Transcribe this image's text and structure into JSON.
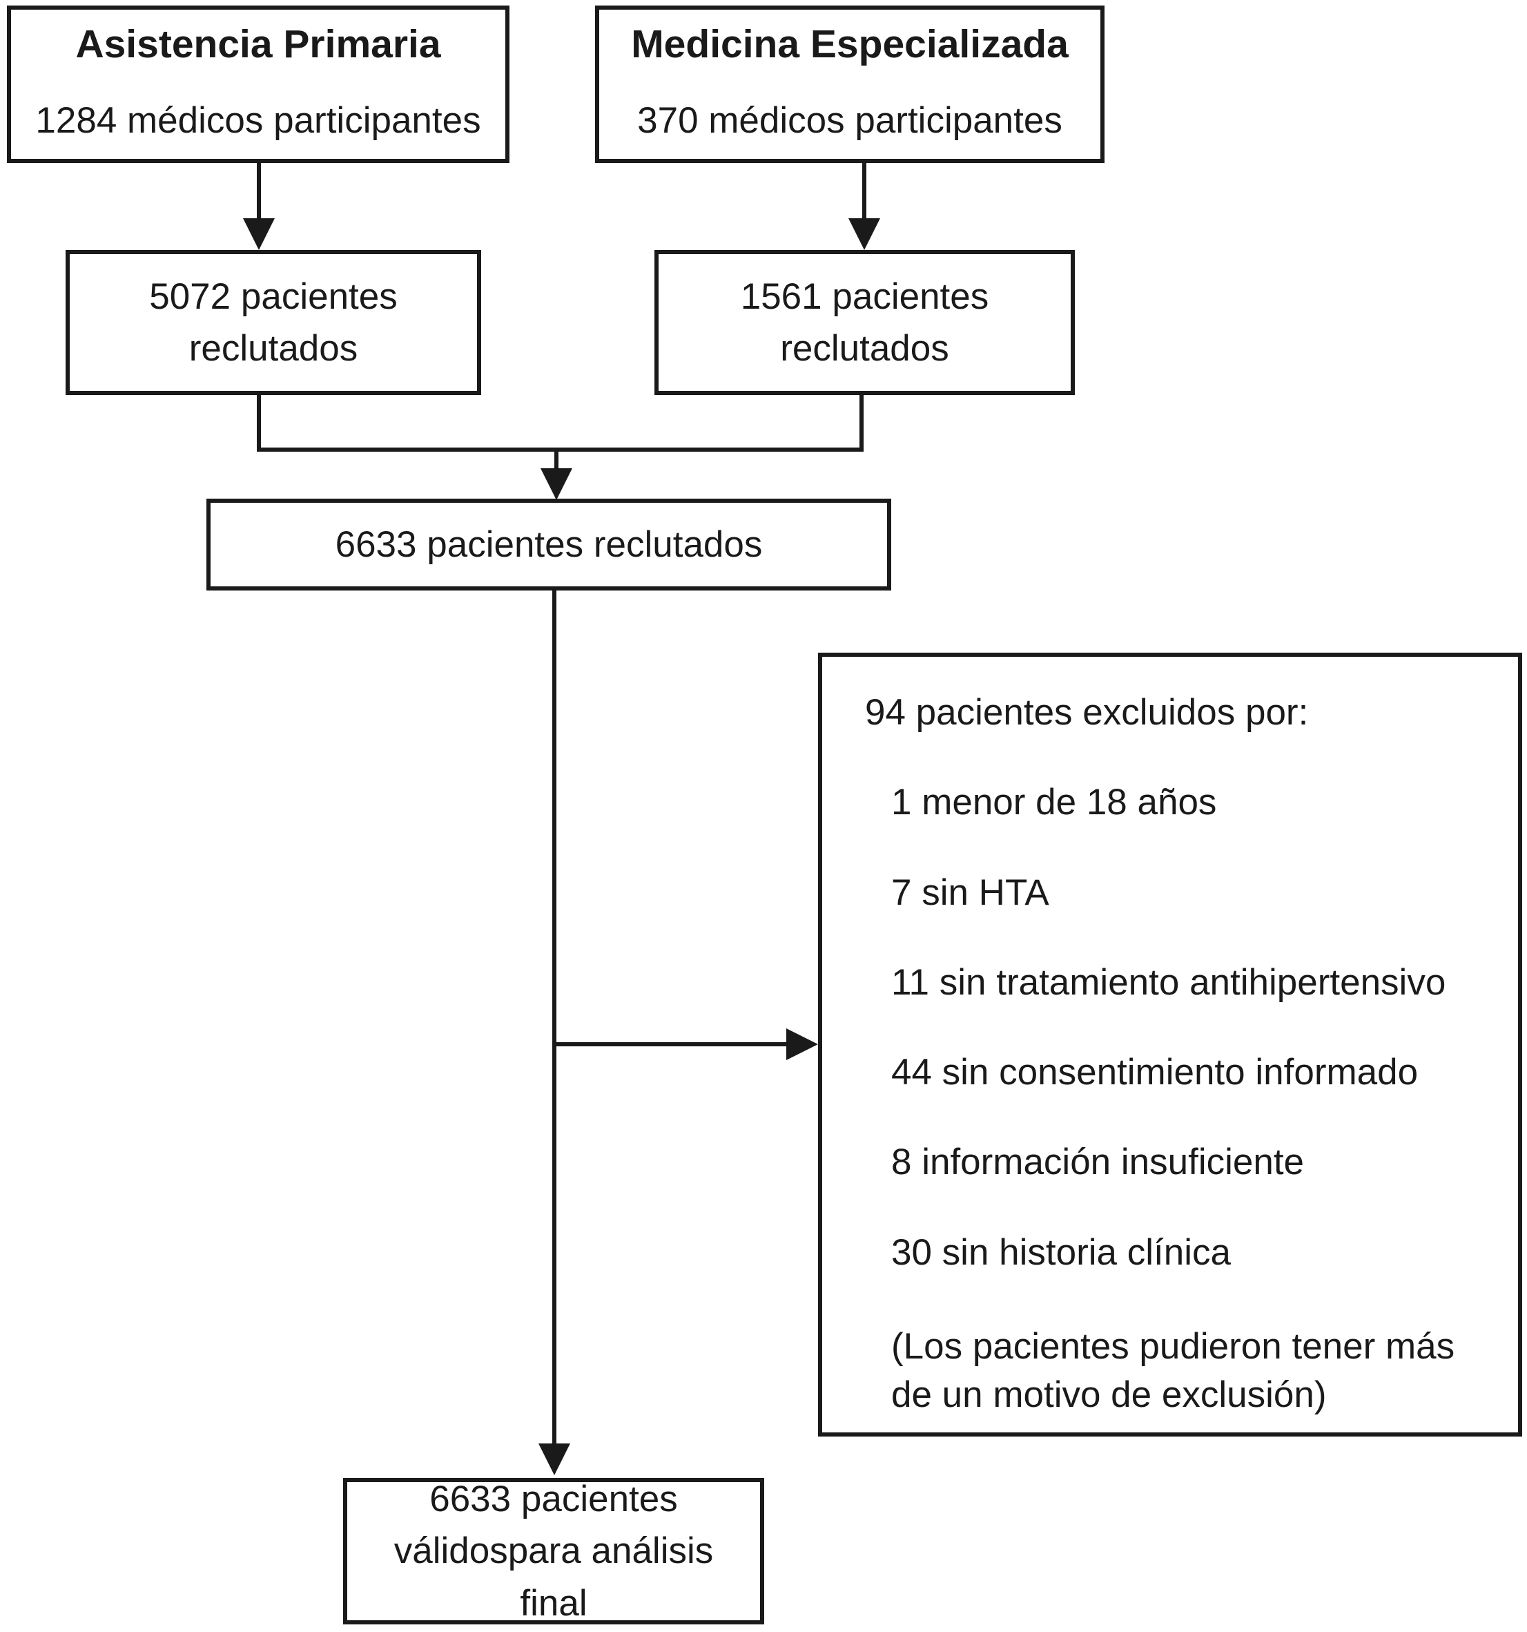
{
  "flowchart": {
    "colors": {
      "line": "#1a1a1a",
      "background": "#ffffff",
      "text": "#1a1a1a"
    },
    "boxes": {
      "primary_care": {
        "title": "Asistencia Primaria",
        "subtitle": "1284 médicos participantes"
      },
      "specialized_medicine": {
        "title": "Medicina Especializada",
        "subtitle": "370 médicos participantes"
      },
      "recruited_primary": {
        "line1": "5072 pacientes",
        "line2": "reclutados"
      },
      "recruited_specialized": {
        "line1": "1561 pacientes",
        "line2": "reclutados"
      },
      "total_recruited": {
        "label": "6633 pacientes reclutados"
      },
      "excluded": {
        "title": "94 pacientes excluidos por:",
        "items": [
          "1 menor de 18 años",
          "7 sin HTA",
          "11 sin tratamiento antihipertensivo",
          "44 sin consentimiento informado",
          "8 información insuficiente",
          "30 sin historia clínica"
        ],
        "note": "(Los pacientes pudieron tener más de un motivo de exclusión)"
      },
      "final_valid": {
        "line1": "6633 pacientes",
        "line2": "válidospara análisis",
        "line3": "final"
      }
    }
  }
}
